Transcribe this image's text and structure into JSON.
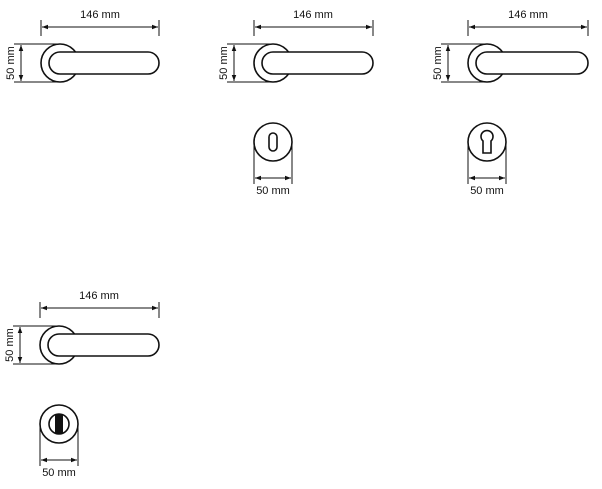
{
  "colors": {
    "line": "#111111",
    "background": "#ffffff"
  },
  "variants": [
    {
      "id": "handle-only",
      "handle_length": "146 mm",
      "rose_diameter": "50 mm"
    },
    {
      "id": "handle-key",
      "handle_length": "146 mm",
      "rose_diameter": "50 mm",
      "escutcheon_type": "key",
      "escutcheon_diameter": "50 mm"
    },
    {
      "id": "handle-euro",
      "handle_length": "146 mm",
      "rose_diameter": "50 mm",
      "escutcheon_type": "euro-cylinder",
      "escutcheon_diameter": "50 mm"
    },
    {
      "id": "handle-wc",
      "handle_length": "146 mm",
      "rose_diameter": "50 mm",
      "escutcheon_type": "wc-turn",
      "escutcheon_diameter": "50 mm"
    }
  ]
}
